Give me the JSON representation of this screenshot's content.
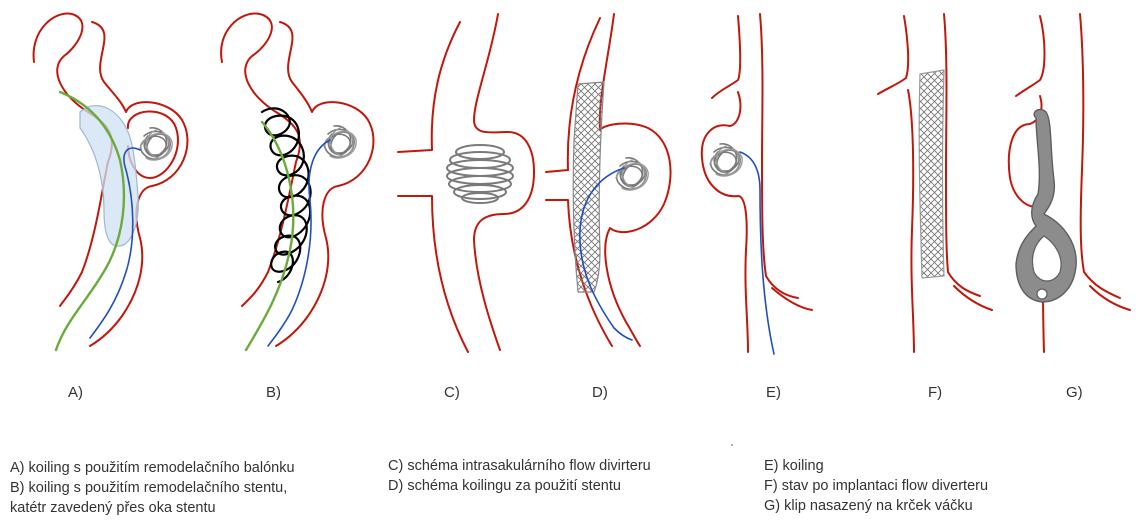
{
  "panels": [
    {
      "id": "A",
      "label": "A)"
    },
    {
      "id": "B",
      "label": "B)"
    },
    {
      "id": "C",
      "label": "C)"
    },
    {
      "id": "D",
      "label": "D)"
    },
    {
      "id": "E",
      "label": "E)"
    },
    {
      "id": "F",
      "label": "F)"
    },
    {
      "id": "G",
      "label": "G)"
    }
  ],
  "legend": {
    "col1": [
      "A) koiling s použitím remodelačního balónku",
      "B) koiling s použitím remodelačního stentu,",
      "katétr zavedený přes oka stentu"
    ],
    "col2": [
      "C) schéma intrasakulárního flow divirteru",
      "D) schéma koilingu za použití stentu"
    ],
    "col3": [
      "E) koiling",
      "F) stav po implantaci flow diverteru",
      "G) klip nasazený na krček váčku"
    ]
  },
  "colors": {
    "vessel": "#c0180c",
    "catheter": "#1f4fbf",
    "guidewire": "#6aab3c",
    "coil": "#8a8a8a",
    "balloon": "#cfe0f2",
    "stent": "#000000",
    "clip": "#8c8c8c"
  },
  "icons": [
    "vessel-wall",
    "aneurysm-sac",
    "coil",
    "balloon",
    "stent",
    "catheter",
    "guidewire",
    "flow-diverter-mesh",
    "aneurysm-clip"
  ]
}
